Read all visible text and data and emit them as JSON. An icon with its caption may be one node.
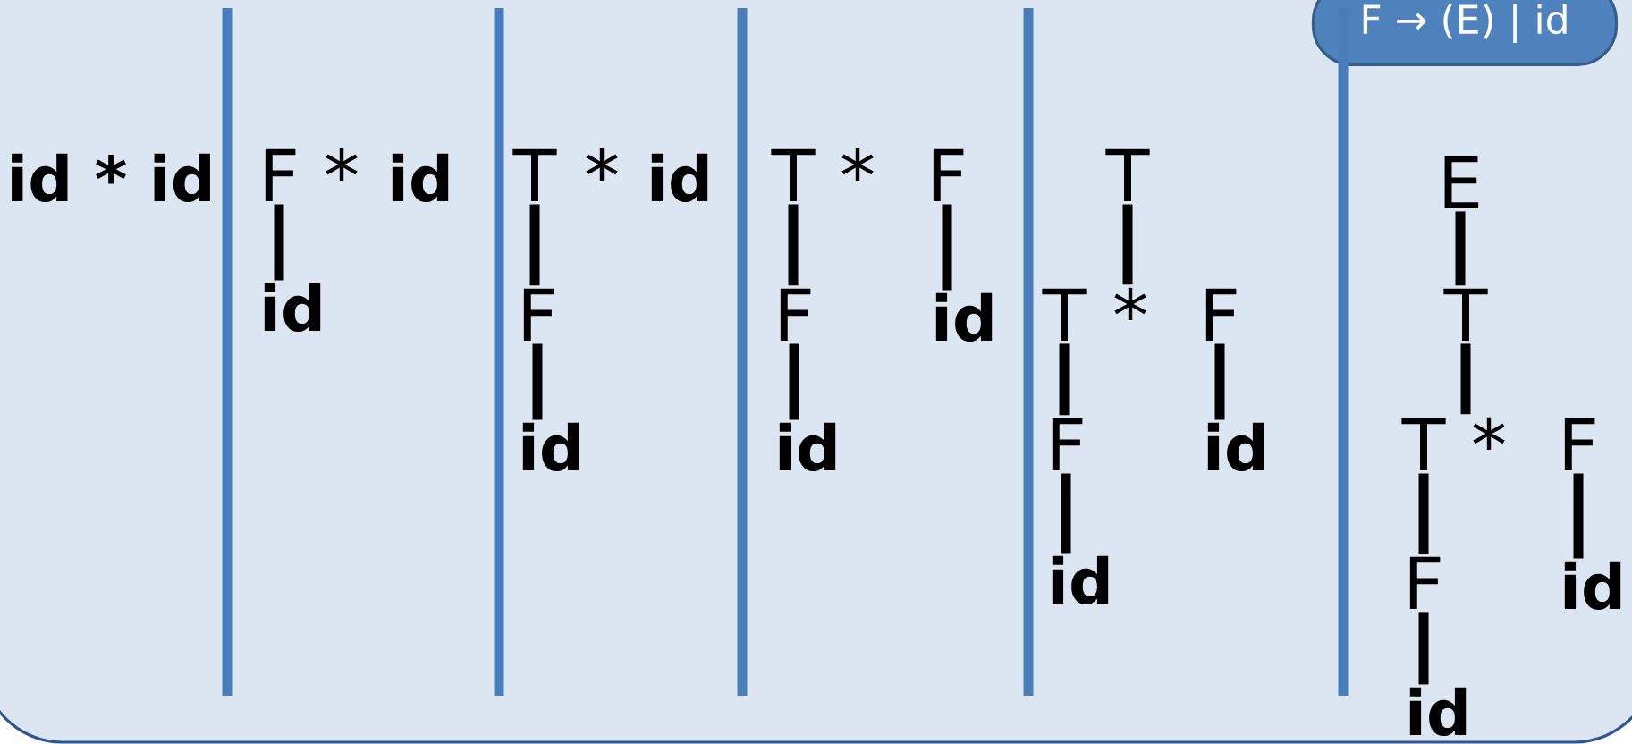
{
  "diagram": {
    "nodes": [
      {
        "text": [
          "F → (E) | id"
        ]
      },
      {
        "text": [
          "F"
        ]
      },
      {
        "text": [
          "id"
        ]
      },
      {
        "text": [
          "T"
        ]
      },
      {
        "text": [
          "F"
        ]
      },
      {
        "text": [
          "id"
        ]
      },
      {
        "text": [
          "T"
        ]
      },
      {
        "text": [
          "F"
        ]
      },
      {
        "text": [
          "F"
        ]
      },
      {
        "text": [
          "id"
        ]
      },
      {
        "text": [
          "id"
        ]
      },
      {
        "text": [
          "T"
        ]
      },
      {
        "text": [
          "T"
        ]
      },
      {
        "text": [
          "*"
        ]
      },
      {
        "text": [
          "F"
        ]
      },
      {
        "text": [
          "F"
        ]
      },
      {
        "text": [
          "id"
        ]
      },
      {
        "text": [
          "id"
        ]
      },
      {
        "text": [
          "E"
        ]
      },
      {
        "text": [
          "T"
        ]
      },
      {
        "text": [
          "T"
        ]
      },
      {
        "text": [
          "*"
        ]
      },
      {
        "text": [
          "F"
        ]
      },
      {
        "text": [
          "F"
        ]
      },
      {
        "text": [
          "id"
        ]
      },
      {
        "text": [
          "id"
        ]
      }
    ],
    "edges": [
      {
        "from": 1,
        "to": 2,
        "arrow": "none"
      },
      {
        "from": 3,
        "to": 4,
        "arrow": "none"
      },
      {
        "from": 4,
        "to": 5,
        "arrow": "none"
      },
      {
        "from": 6,
        "to": 8,
        "arrow": "none"
      },
      {
        "from": 8,
        "to": 10,
        "arrow": "none"
      },
      {
        "from": 7,
        "to": 9,
        "arrow": "none"
      },
      {
        "from": 11,
        "to": 13,
        "arrow": "none"
      },
      {
        "from": 12,
        "to": 15,
        "arrow": "none"
      },
      {
        "from": 15,
        "to": 17,
        "arrow": "none"
      },
      {
        "from": 14,
        "to": 16,
        "arrow": "none"
      },
      {
        "from": 18,
        "to": 19,
        "arrow": "none"
      },
      {
        "from": 19,
        "to": 21,
        "arrow": "none"
      },
      {
        "from": 20,
        "to": 23,
        "arrow": "none"
      },
      {
        "from": 23,
        "to": 25,
        "arrow": "none"
      },
      {
        "from": 22,
        "to": 24,
        "arrow": "none"
      }
    ],
    "labels": [
      "id * id",
      "*",
      "id",
      "*",
      "id",
      "*"
    ]
  }
}
